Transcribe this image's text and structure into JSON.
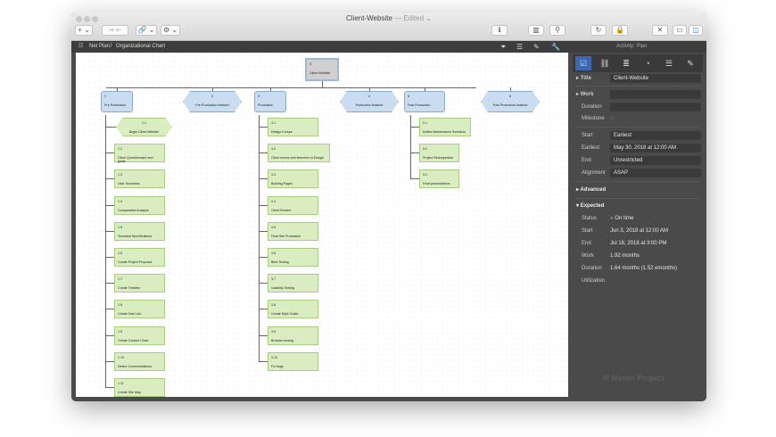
{
  "window": {
    "title": "Client-Website",
    "edited": "— Edited ⌄"
  },
  "toolbar": {
    "add": "+ ⌄",
    "indent": "⇥ ⇤",
    "link": "🔗 ⌄",
    "gear": "⚙ ⌄",
    "icons": [
      "info-icon",
      "library-icon",
      "person-icon",
      "refresh-icon",
      "lock-icon",
      "collapse-icon",
      "bottom-pane-icon",
      "side-pane-icon"
    ]
  },
  "breadcrumb": {
    "root": "Net Plan",
    "sep": "〉",
    "current": "Organizational Chart"
  },
  "activity": "Activity: Plan",
  "chart": {
    "root": {
      "num": "0",
      "label": "Client-Website"
    },
    "top": [
      {
        "num": "1",
        "label": "Pre-Production",
        "type": "task"
      },
      {
        "num": "2",
        "label": "Pre-Production finished",
        "type": "milestone"
      },
      {
        "num": "3",
        "label": "Production",
        "type": "task"
      },
      {
        "num": "4",
        "label": "Production finished",
        "type": "milestone"
      },
      {
        "num": "5",
        "label": "Post Production",
        "type": "task"
      },
      {
        "num": "6",
        "label": "Post Production finished",
        "type": "milestone"
      }
    ],
    "children": {
      "1": [
        {
          "num": "1.1",
          "label": "Begin Client Website",
          "type": "milestone"
        },
        {
          "num": "1.2",
          "label": "Client Questionnaire and goals"
        },
        {
          "num": "1.3",
          "label": "User Scenarios"
        },
        {
          "num": "1.4",
          "label": "Comparative Analysis"
        },
        {
          "num": "1.5",
          "label": "Technical Specifications"
        },
        {
          "num": "1.6",
          "label": "Create Project Proposal"
        },
        {
          "num": "1.7",
          "label": "Create Timeline"
        },
        {
          "num": "1.8",
          "label": "Create Task List"
        },
        {
          "num": "1.9",
          "label": "Create Content Chart"
        },
        {
          "num": "1.10",
          "label": "Define Communications"
        },
        {
          "num": "1.11",
          "label": "Create Site Map"
        }
      ],
      "3": [
        {
          "num": "3.1",
          "label": "Design Comps"
        },
        {
          "num": "3.2",
          "label": "Client review and selection of Design"
        },
        {
          "num": "3.3",
          "label": "Building Pages"
        },
        {
          "num": "3.4",
          "label": "Client Review"
        },
        {
          "num": "3.5",
          "label": "Final Site Production"
        },
        {
          "num": "3.6",
          "label": "Beta Testing"
        },
        {
          "num": "3.7",
          "label": "Usability Testing"
        },
        {
          "num": "3.8",
          "label": "Create Style Guide"
        },
        {
          "num": "3.9",
          "label": "Browser testing"
        },
        {
          "num": "3.10",
          "label": "Fix bugs"
        }
      ],
      "5": [
        {
          "num": "5.1",
          "label": "Define Maintenance Schedule"
        },
        {
          "num": "5.2",
          "label": "Project Retrospective"
        },
        {
          "num": "5.3",
          "label": "Final presentations"
        }
      ]
    }
  },
  "inspector": {
    "tabs": [
      "task-icon",
      "link-icon",
      "resources-icon",
      "progress-icon",
      "list-icon",
      "notes-icon"
    ],
    "title_label": "Title",
    "title_value": "Client-Website",
    "work_label": "Work",
    "duration_label": "Duration",
    "milestone_label": "Milestone",
    "start_label": "Start",
    "start_value": "Earliest",
    "earliest_label": "Earliest",
    "earliest_value": "May 30, 2018 at 12:00 AM",
    "end_label": "End",
    "end_value": "Unrestricted",
    "alignment_label": "Alignment",
    "alignment_value": "ASAP",
    "advanced": "Advanced",
    "expected": "Expected",
    "exp": {
      "status_label": "Status",
      "status_value": "On time",
      "start_label": "Start",
      "start_value": "Jun 3, 2018 at 12:00 AM",
      "end_label": "End",
      "end_value": "Jul 18, 2018 at 3:00 PM",
      "work_label": "Work",
      "work_value": "1.92 months",
      "duration_label": "Duration",
      "duration_value": "1.64 months (1.52 emonths)",
      "util_label": "Utilization"
    },
    "watermark": "Merlin Project"
  }
}
